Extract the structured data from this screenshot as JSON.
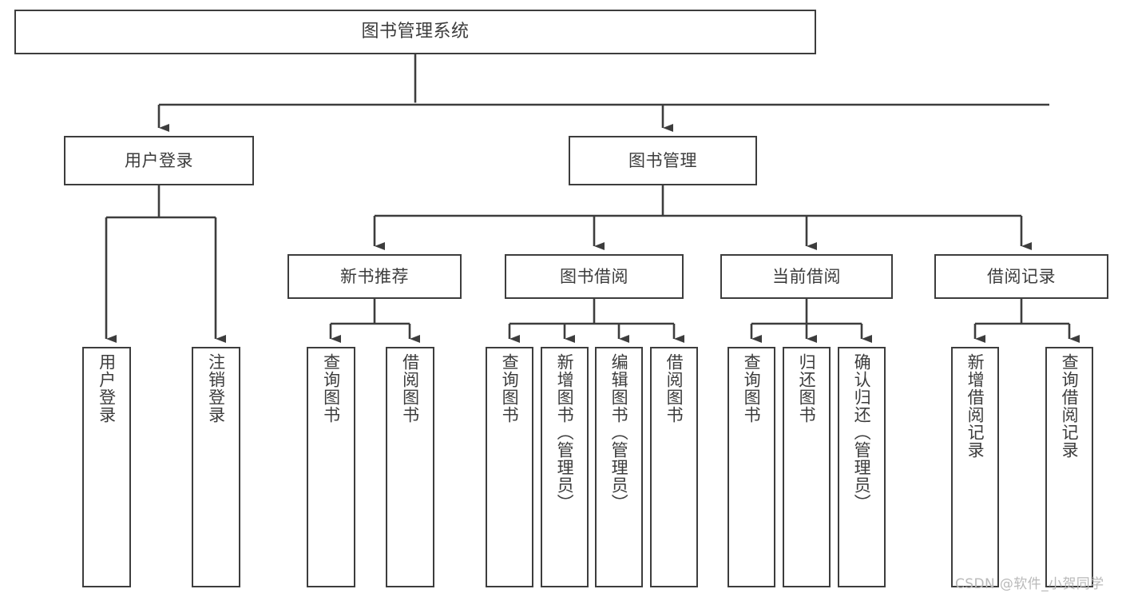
{
  "diagram": {
    "title": "图书管理系统",
    "type": "tree-hierarchy-diagram",
    "colors": {
      "box_border": "#3d3d3d",
      "box_fill": "#ffffff",
      "line": "#3d3d3d",
      "text": "#3c3c3c",
      "watermark": "#b9b9b9",
      "background": "#ffffff"
    },
    "root": {
      "label": "图书管理系统"
    },
    "level2": [
      {
        "label": "用户登录"
      },
      {
        "label": "图书管理"
      }
    ],
    "level3": [
      {
        "label": "新书推荐"
      },
      {
        "label": "图书借阅"
      },
      {
        "label": "当前借阅"
      },
      {
        "label": "借阅记录"
      }
    ],
    "leaves": {
      "user_login": [
        {
          "label": "用户登录"
        },
        {
          "label": "注销登录"
        }
      ],
      "new_book_recommend": [
        {
          "label": "查询图书"
        },
        {
          "label": "借阅图书"
        }
      ],
      "book_borrow": [
        {
          "label": "查询图书"
        },
        {
          "label": "新增图书（管理员）"
        },
        {
          "label": "编辑图书（管理员）"
        },
        {
          "label": "借阅图书"
        }
      ],
      "current_borrow": [
        {
          "label": "查询图书"
        },
        {
          "label": "归还图书"
        },
        {
          "label": "确认归还（管理员）"
        }
      ],
      "borrow_record": [
        {
          "label": "新增借阅记录"
        },
        {
          "label": "查询借阅记录"
        }
      ]
    },
    "watermark": "CSDN @软件_小贺同学"
  }
}
